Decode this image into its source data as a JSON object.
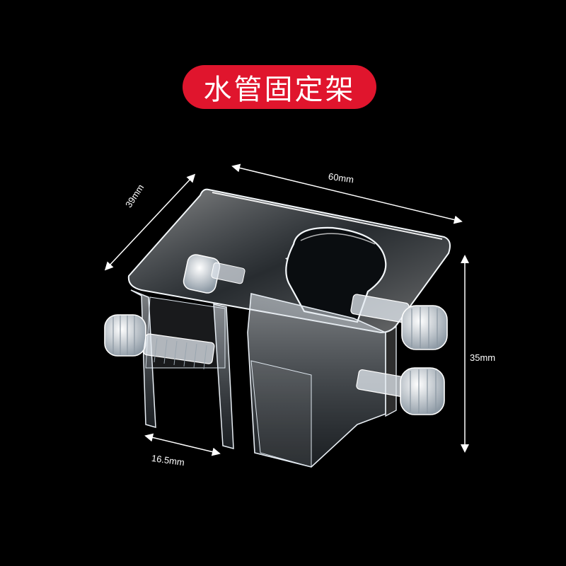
{
  "title": {
    "text": "水管固定架"
  },
  "colors": {
    "accent": "#e0152d",
    "background": "#000000",
    "acrylic": "#dfe8f0"
  },
  "dimensions": {
    "width": "60mm",
    "depth": "39mm",
    "height": "35mm",
    "jaw_width": "16.5mm"
  },
  "product_icon": "acrylic-pipe-holder-photo"
}
